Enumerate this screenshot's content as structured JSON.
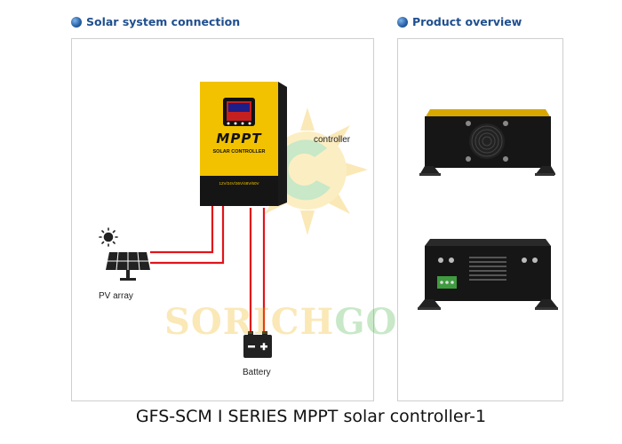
{
  "headings": {
    "left": "Solar system connection",
    "right": "Product overview"
  },
  "diagram": {
    "controller_label": "controller",
    "pv_label": "PV array",
    "battery_label": "Battery",
    "device_brand": "MPPT",
    "device_subtitle": "SOLAR CONTROLLER",
    "device_voltages": "12V/24V/36V/48V/60V",
    "wire_color": "#e0151b"
  },
  "watermark": {
    "text_left": "SORICH",
    "text_right": "GOOD"
  },
  "caption": "GFS-SCM I SERIES MPPT solar controller-1",
  "colors": {
    "heading": "#1f4f8f",
    "device_yellow": "#f2c200",
    "device_black": "#151515"
  }
}
